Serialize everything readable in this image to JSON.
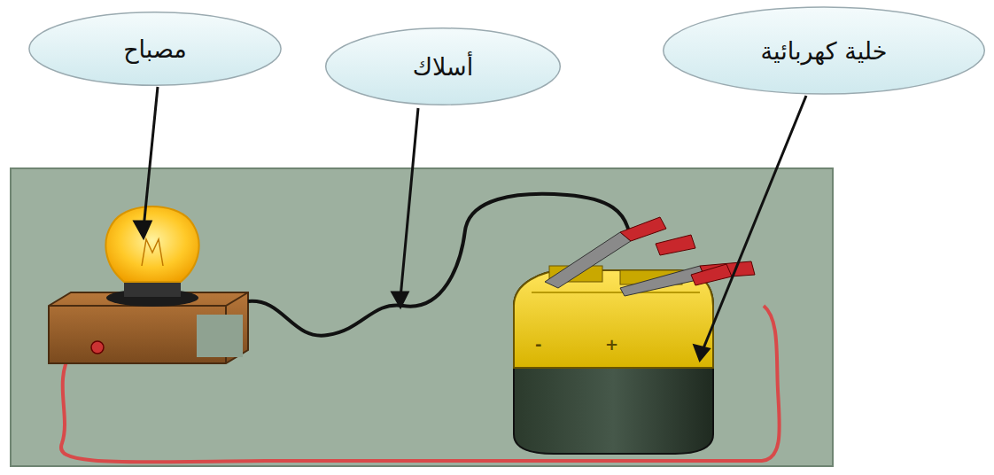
{
  "diagram": {
    "nodes": [
      {
        "text": [
          "مصباح"
        ]
      },
      {
        "text": [
          "أسلاك"
        ]
      },
      {
        "text": [
          "خلية كهربائية"
        ]
      }
    ],
    "labels": [
      "-",
      "+"
    ]
  }
}
